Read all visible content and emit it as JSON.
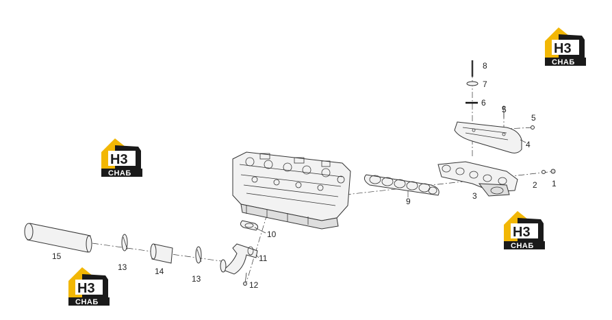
{
  "diagram": {
    "callouts": [
      "1",
      "2",
      "3",
      "4",
      "5",
      "5",
      "6",
      "7",
      "8",
      "9",
      "10",
      "11",
      "12",
      "13",
      "13",
      "14",
      "15"
    ]
  },
  "brand": {
    "mark": "H3",
    "word": "СНАБ",
    "accent_color": "#f2b705",
    "dark_color": "#1a1a1a"
  }
}
